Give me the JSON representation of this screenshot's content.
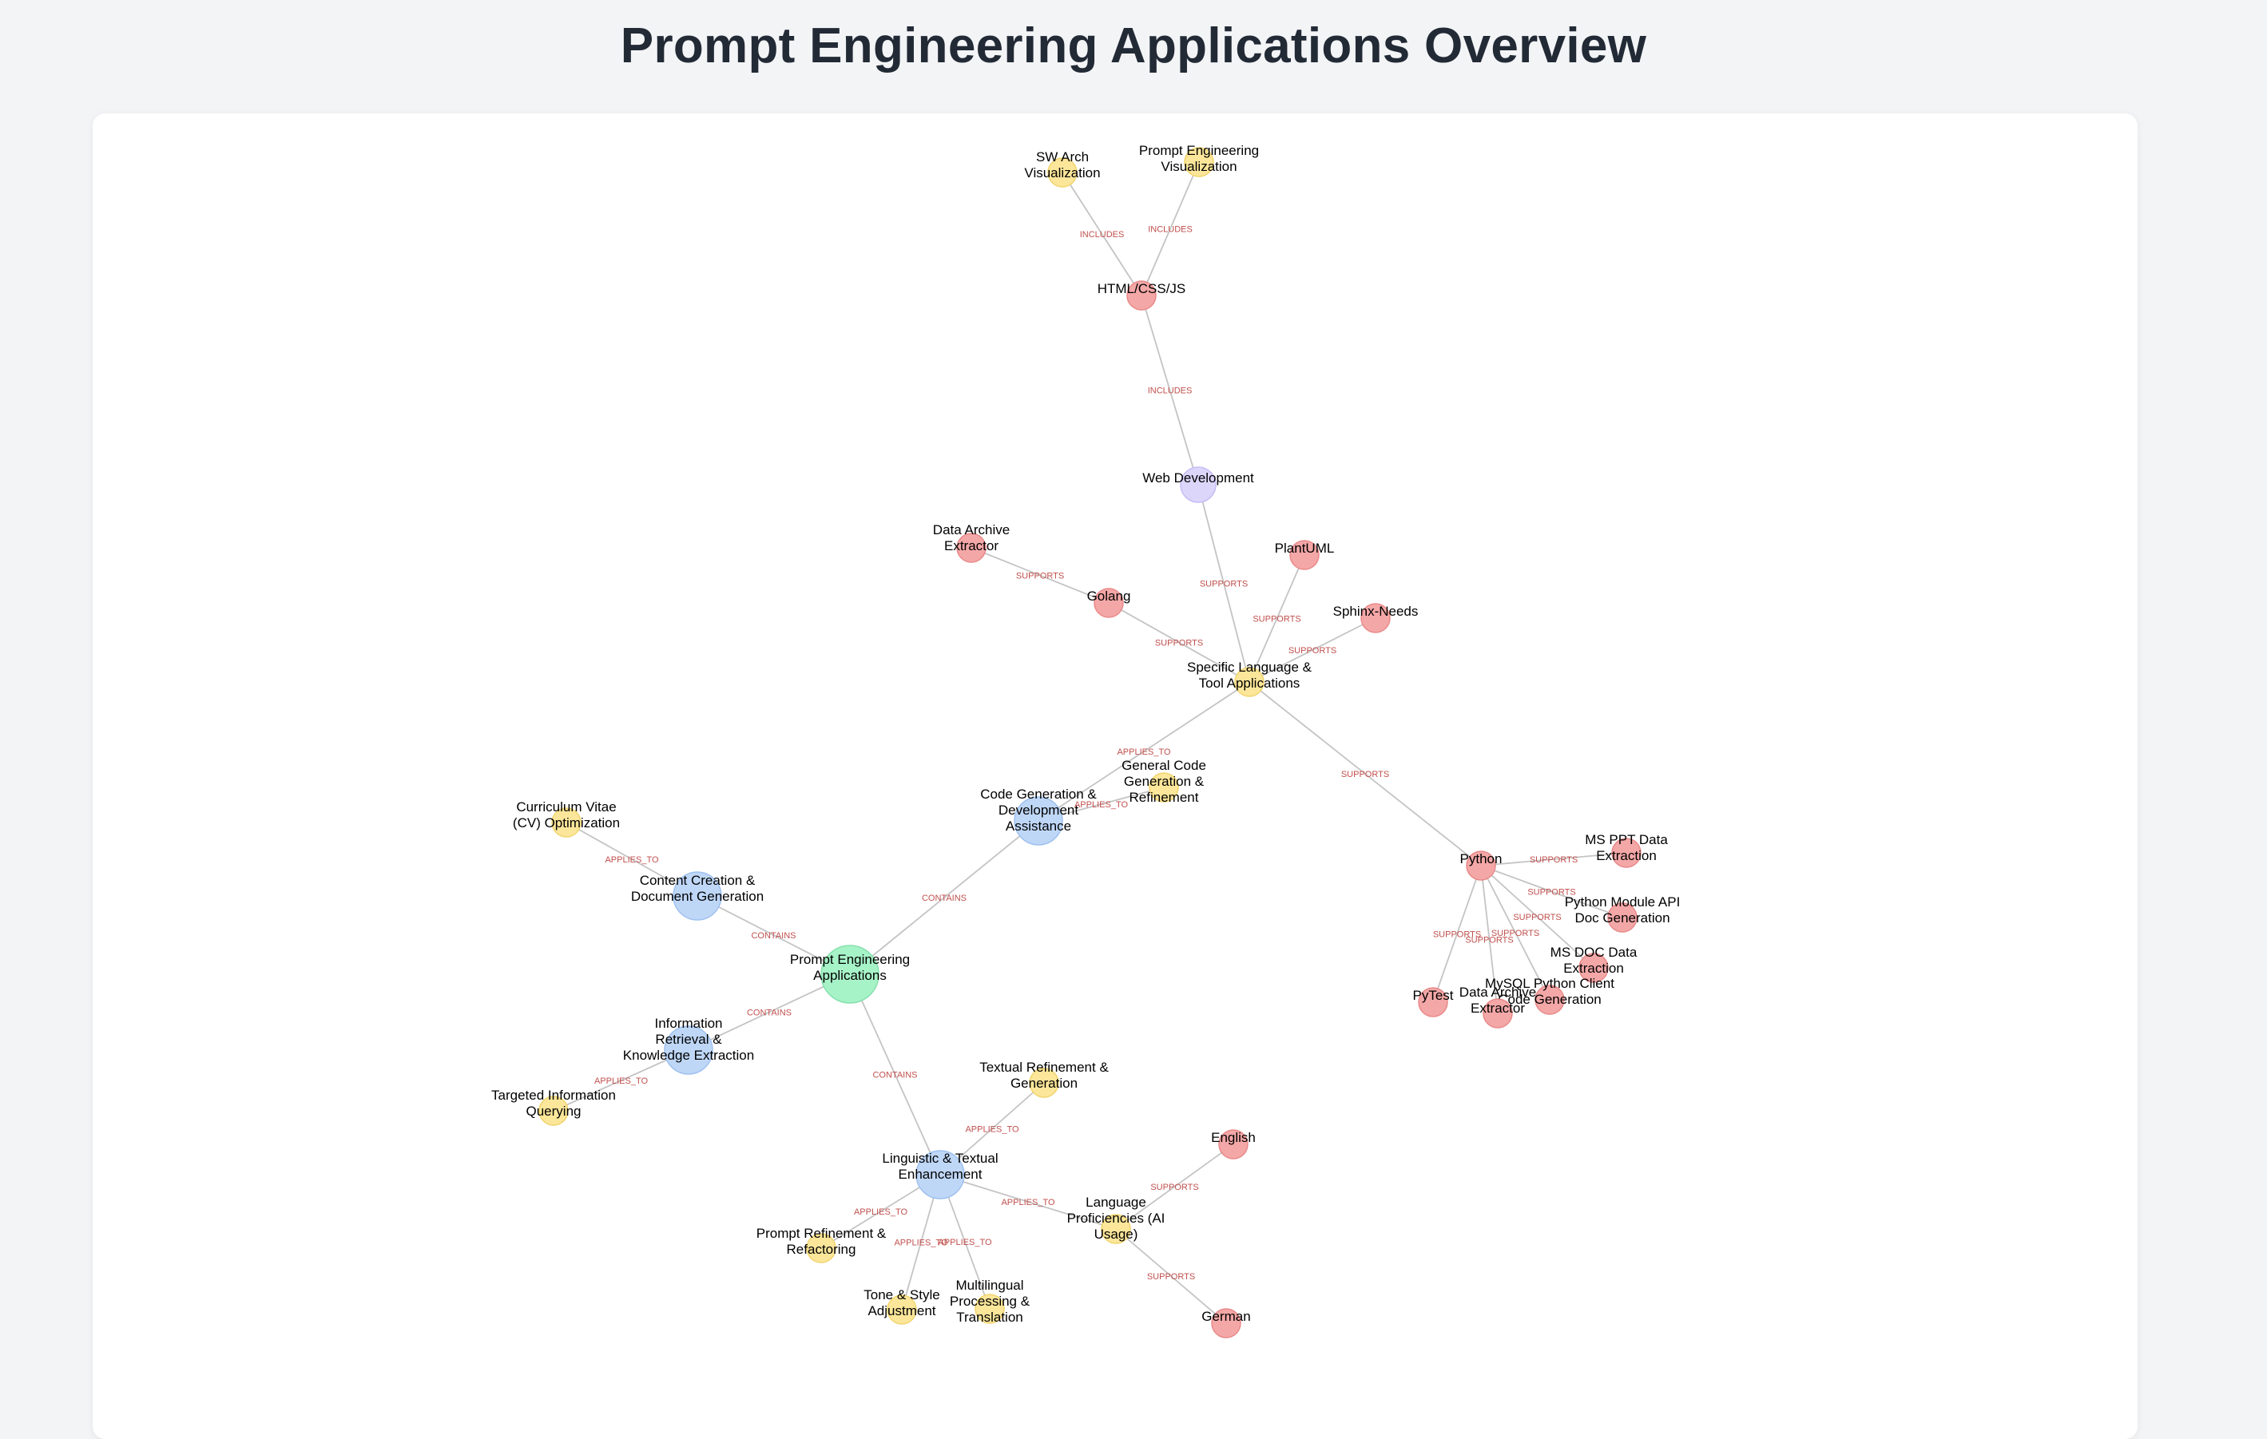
{
  "title": "Prompt Engineering Applications Overview",
  "colors": {
    "root": "#a7f3c8",
    "category": "#bfd7f7",
    "application": "#fbe69a",
    "domain": "#ddd6fb",
    "tool": "#f4a7a7",
    "root_stroke": "#86e0ad",
    "category_stroke": "#9fc1ef",
    "application_stroke": "#f2d56e",
    "domain_stroke": "#c7bdf5",
    "tool_stroke": "#e98a8a",
    "edge": "#c4c4c4",
    "edge_label": "#c0504d"
  },
  "nodes": [
    {
      "id": "root",
      "kind": "root",
      "lines": [
        "Prompt Engineering",
        "Applications"
      ]
    },
    {
      "id": "content",
      "kind": "category",
      "lines": [
        "Content Creation &",
        "Document Generation"
      ]
    },
    {
      "id": "codegen",
      "kind": "category",
      "lines": [
        "Code Generation &",
        "Development",
        "Assistance"
      ]
    },
    {
      "id": "inforet",
      "kind": "category",
      "lines": [
        "Information",
        "Retrieval &",
        "Knowledge Extraction"
      ]
    },
    {
      "id": "ling",
      "kind": "category",
      "lines": [
        "Linguistic & Textual",
        "Enhancement"
      ]
    },
    {
      "id": "cv",
      "kind": "application",
      "lines": [
        "Curriculum Vitae",
        "(CV) Optimization"
      ]
    },
    {
      "id": "generalcode",
      "kind": "application",
      "lines": [
        "General Code",
        "Generation &",
        "Refinement"
      ]
    },
    {
      "id": "specific",
      "kind": "application",
      "lines": [
        "Specific Language &",
        "Tool Applications"
      ]
    },
    {
      "id": "targeted",
      "kind": "application",
      "lines": [
        "Targeted Information",
        "Querying"
      ]
    },
    {
      "id": "textref",
      "kind": "application",
      "lines": [
        "Textual Refinement &",
        "Generation"
      ]
    },
    {
      "id": "promptref",
      "kind": "application",
      "lines": [
        "Prompt Refinement &",
        "Refactoring"
      ]
    },
    {
      "id": "tone",
      "kind": "application",
      "lines": [
        "Tone & Style",
        "Adjustment"
      ]
    },
    {
      "id": "multi",
      "kind": "application",
      "lines": [
        "Multilingual",
        "Processing &",
        "Translation"
      ]
    },
    {
      "id": "langprof",
      "kind": "application",
      "lines": [
        "Language",
        "Proficiencies (AI",
        "Usage)"
      ]
    },
    {
      "id": "swarch",
      "kind": "application",
      "lines": [
        "SW Arch",
        "Visualization"
      ]
    },
    {
      "id": "pevis",
      "kind": "application",
      "lines": [
        "Prompt Engineering",
        "Visualization"
      ]
    },
    {
      "id": "webdev",
      "kind": "domain",
      "lines": [
        "Web Development"
      ]
    },
    {
      "id": "htmlcss",
      "kind": "tool",
      "lines": [
        "HTML/CSS/JS"
      ]
    },
    {
      "id": "golang",
      "kind": "tool",
      "lines": [
        "Golang"
      ]
    },
    {
      "id": "dae_go",
      "kind": "tool",
      "lines": [
        "Data Archive",
        "Extractor"
      ]
    },
    {
      "id": "plantuml",
      "kind": "tool",
      "lines": [
        "PlantUML"
      ]
    },
    {
      "id": "sphinx",
      "kind": "tool",
      "lines": [
        "Sphinx-Needs"
      ]
    },
    {
      "id": "python",
      "kind": "tool",
      "lines": [
        "Python"
      ]
    },
    {
      "id": "msppt",
      "kind": "tool",
      "lines": [
        "MS PPT Data",
        "Extraction"
      ]
    },
    {
      "id": "pyapi",
      "kind": "tool",
      "lines": [
        "Python Module API",
        "Doc Generation"
      ]
    },
    {
      "id": "msdoc",
      "kind": "tool",
      "lines": [
        "MS DOC Data",
        "Extraction"
      ]
    },
    {
      "id": "mysql",
      "kind": "tool",
      "lines": [
        "MySQL Python Client",
        "Code Generation"
      ]
    },
    {
      "id": "dae_py",
      "kind": "tool",
      "lines": [
        "Data Archive",
        "Extractor"
      ]
    },
    {
      "id": "pytest",
      "kind": "tool",
      "lines": [
        "PyTest"
      ]
    },
    {
      "id": "english",
      "kind": "tool",
      "lines": [
        "English"
      ]
    },
    {
      "id": "german",
      "kind": "tool",
      "lines": [
        "German"
      ]
    }
  ],
  "edges": [
    {
      "from": "root",
      "to": "content",
      "label": "CONTAINS"
    },
    {
      "from": "root",
      "to": "codegen",
      "label": "CONTAINS"
    },
    {
      "from": "root",
      "to": "inforet",
      "label": "CONTAINS"
    },
    {
      "from": "root",
      "to": "ling",
      "label": "CONTAINS"
    },
    {
      "from": "content",
      "to": "cv",
      "label": "APPLIES_TO"
    },
    {
      "from": "codegen",
      "to": "generalcode",
      "label": "APPLIES_TO"
    },
    {
      "from": "codegen",
      "to": "specific",
      "label": "APPLIES_TO"
    },
    {
      "from": "inforet",
      "to": "targeted",
      "label": "APPLIES_TO"
    },
    {
      "from": "ling",
      "to": "textref",
      "label": "APPLIES_TO"
    },
    {
      "from": "ling",
      "to": "promptref",
      "label": "APPLIES_TO"
    },
    {
      "from": "ling",
      "to": "tone",
      "label": "APPLIES_TO"
    },
    {
      "from": "ling",
      "to": "multi",
      "label": "APPLIES_TO"
    },
    {
      "from": "ling",
      "to": "langprof",
      "label": "APPLIES_TO"
    },
    {
      "from": "specific",
      "to": "webdev",
      "label": "SUPPORTS"
    },
    {
      "from": "specific",
      "to": "golang",
      "label": "SUPPORTS"
    },
    {
      "from": "specific",
      "to": "plantuml",
      "label": "SUPPORTS"
    },
    {
      "from": "specific",
      "to": "sphinx",
      "label": "SUPPORTS"
    },
    {
      "from": "specific",
      "to": "python",
      "label": "SUPPORTS"
    },
    {
      "from": "webdev",
      "to": "htmlcss",
      "label": "INCLUDES"
    },
    {
      "from": "htmlcss",
      "to": "swarch",
      "label": "INCLUDES"
    },
    {
      "from": "htmlcss",
      "to": "pevis",
      "label": "INCLUDES"
    },
    {
      "from": "golang",
      "to": "dae_go",
      "label": "SUPPORTS"
    },
    {
      "from": "python",
      "to": "msppt",
      "label": "SUPPORTS"
    },
    {
      "from": "python",
      "to": "pyapi",
      "label": "SUPPORTS"
    },
    {
      "from": "python",
      "to": "msdoc",
      "label": "SUPPORTS"
    },
    {
      "from": "python",
      "to": "mysql",
      "label": "SUPPORTS"
    },
    {
      "from": "python",
      "to": "dae_py",
      "label": "SUPPORTS"
    },
    {
      "from": "python",
      "to": "pytest",
      "label": "SUPPORTS"
    },
    {
      "from": "langprof",
      "to": "english",
      "label": "SUPPORTS"
    },
    {
      "from": "langprof",
      "to": "german",
      "label": "SUPPORTS"
    }
  ]
}
